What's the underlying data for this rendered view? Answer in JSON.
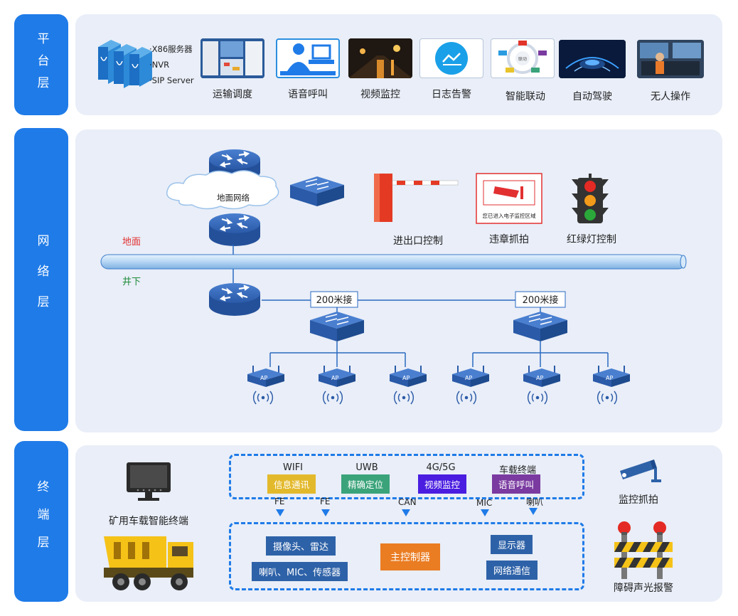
{
  "layers": {
    "platform": "平台层",
    "network": "网络层",
    "terminal": "终端层"
  },
  "platform": {
    "server_lines": [
      "·X86服务器",
      "·NVR",
      "·SIP Server"
    ],
    "apps": [
      "运输调度",
      "语音呼叫",
      "视频监控",
      "日志告警",
      "智能联动",
      "自动驾驶",
      "无人操作"
    ],
    "linkage_center": "联动"
  },
  "network": {
    "cloud_label": "地面网络",
    "surface_label": "地面",
    "underground_label": "井下",
    "switch_tag_1": "200米接",
    "switch_tag_2": "200米接",
    "ap_label": "AP",
    "gate_label": "进出口控制",
    "capture_label": "违章抓拍",
    "capture_sign_text": "您已进入电子监控区域",
    "traffic_label": "红绿灯控制"
  },
  "terminal": {
    "vehicle_terminal_label": "矿用车载智能终端",
    "protocols": [
      {
        "name": "WIFI",
        "tag": "信息通讯",
        "color": "#e3b92c"
      },
      {
        "name": "UWB",
        "tag": "精确定位",
        "color": "#3aa37a"
      },
      {
        "name": "4G/5G",
        "tag": "视频监控",
        "color": "#4a1de0"
      },
      {
        "name": "车载终端",
        "tag": "语音呼叫",
        "color": "#7a3aa0"
      }
    ],
    "ports": [
      "FE",
      "FE",
      "CAN",
      "MIC",
      "喇叭"
    ],
    "devices": {
      "camera_radar": "摄像头、雷达",
      "speaker_mic_sensor": "喇叭、MIC、传感器",
      "main_controller": "主控制器",
      "display": "显示器",
      "network_comm": "网络通信"
    },
    "monitor_label": "监控抓拍",
    "barrier_label": "障碍声光报警"
  },
  "colors": {
    "accent": "#1f7be8",
    "panel_bg": "#e9eef8",
    "controller": "#ea7c22",
    "device": "#2e62a8"
  }
}
